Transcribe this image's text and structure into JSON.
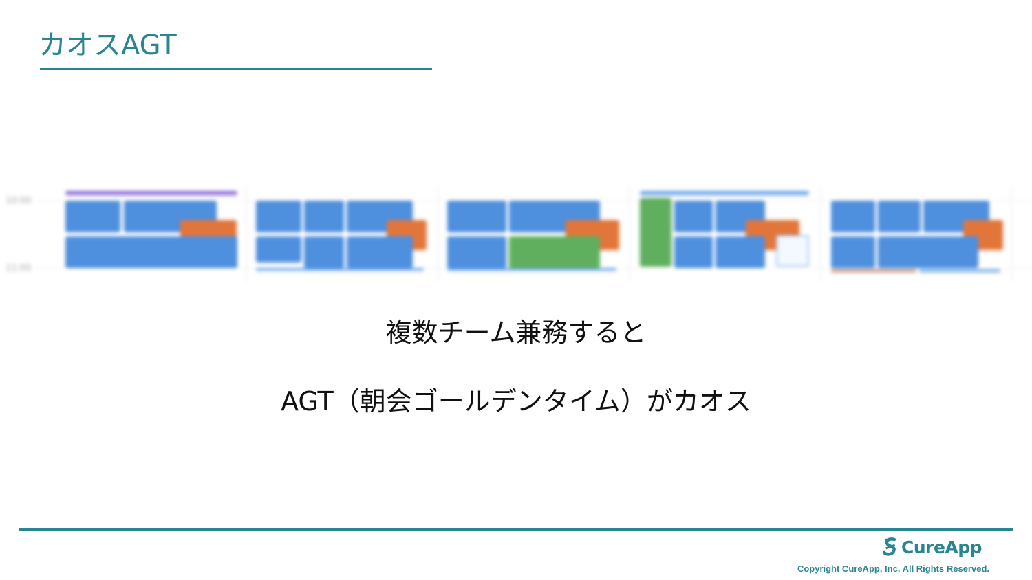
{
  "slide": {
    "title": "カオスAGT",
    "caption_line1": "複数チーム兼務すると",
    "caption_line2": "AGT（朝会ゴールデンタイム）がカオス"
  },
  "calendar_image": {
    "time_top": "10:00",
    "time_bottom": "11:00",
    "colors": {
      "event_blue": "#4e8fde",
      "event_orange": "#e2763a",
      "event_green": "#5faf5e",
      "event_purple": "#8b6ad8"
    }
  },
  "footer": {
    "logo_text": "CureApp",
    "logo_icon": "cureapp-logo-icon",
    "copyright": "Copyright CureApp, Inc. All Rights Reserved."
  },
  "theme": {
    "accent": "#2a8592"
  }
}
